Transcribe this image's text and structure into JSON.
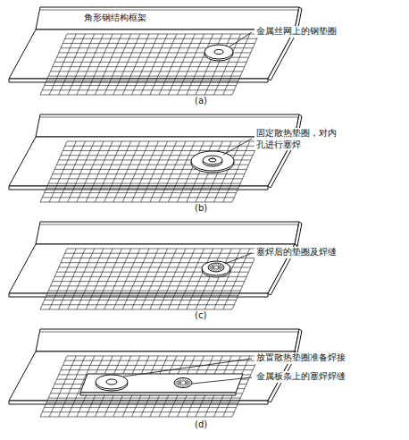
{
  "diagram": {
    "labels": [
      "角形钢结构框架",
      "金属丝网上的钢垫圈",
      "(a)",
      "固定散热垫圈，对内孔进行塞焊",
      "(b)",
      "塞焊后的垫圈及焊缝",
      "(c)",
      "放置散热垫圈准备焊接",
      "金属板条上的塞焊焊缝",
      "(d)"
    ]
  }
}
